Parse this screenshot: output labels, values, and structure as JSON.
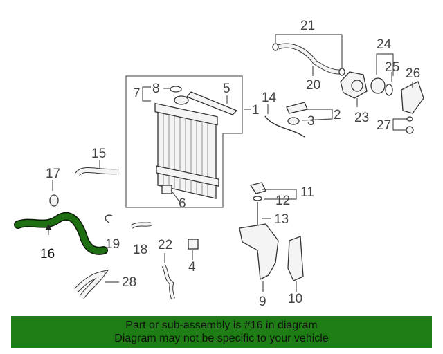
{
  "callouts": {
    "c1": "1",
    "c2": "2",
    "c3": "3",
    "c4": "4",
    "c5": "5",
    "c6": "6",
    "c7": "7",
    "c8": "8",
    "c9": "9",
    "c10": "10",
    "c11": "11",
    "c12": "12",
    "c13": "13",
    "c14": "14",
    "c15": "15",
    "c16": "16",
    "c17": "17",
    "c18": "18",
    "c19": "19",
    "c20": "20",
    "c21": "21",
    "c22": "22",
    "c23": "23",
    "c24": "24",
    "c25": "25",
    "c26": "26",
    "c27": "27",
    "c28": "28"
  },
  "highlight": {
    "part": "16",
    "color": "#1e6e12"
  },
  "banner": {
    "line1": "Part or sub-assembly is #16 in diagram",
    "line2": "Diagram may not be specific to your vehicle",
    "background": "#1e7d14"
  }
}
